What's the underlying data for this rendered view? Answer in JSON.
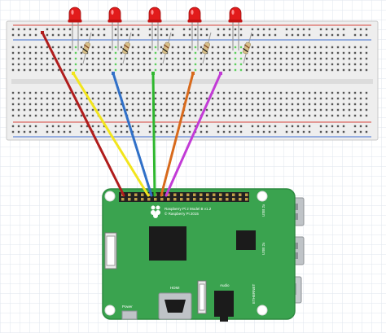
{
  "colors": {
    "grid": "#dfe6ee",
    "breadboard": "#eeeeee",
    "breadboard_edge": "#c8c8c8",
    "rail_red": "#d8443c",
    "rail_blue": "#3f6fd1",
    "hole": "#555555",
    "hole_active": "#5ccf5c",
    "pcb": "#3aa34f",
    "pcb_dark": "#2e8a41",
    "gpio_header": "#222222",
    "gpio_pin": "#c2a04a",
    "chip": "#1b1b1b",
    "metal": "#bfc3c7",
    "metal_dark": "#8c9196",
    "led_red": "#e21b1b",
    "resistor_body": "#d8c08a",
    "wires": [
      "#b01c1c",
      "#f2e51c",
      "#3070c8",
      "#2fb82f",
      "#d86a1c",
      "#c23bd6"
    ]
  },
  "leds": [
    {
      "name": "led-1"
    },
    {
      "name": "led-2"
    },
    {
      "name": "led-3"
    },
    {
      "name": "led-4"
    },
    {
      "name": "led-5"
    }
  ],
  "board": {
    "model_line1": "Raspberry Pi 2 Model B v1.2",
    "model_line2": "© Raspberry Pi 2015",
    "hdmi_label": "HDMI",
    "audio_label": "Audio",
    "power_label": "Power",
    "usb_label_1": "USB 2x",
    "usb_label_2": "USB 2x",
    "ethernet_label": "ETHERNET"
  }
}
